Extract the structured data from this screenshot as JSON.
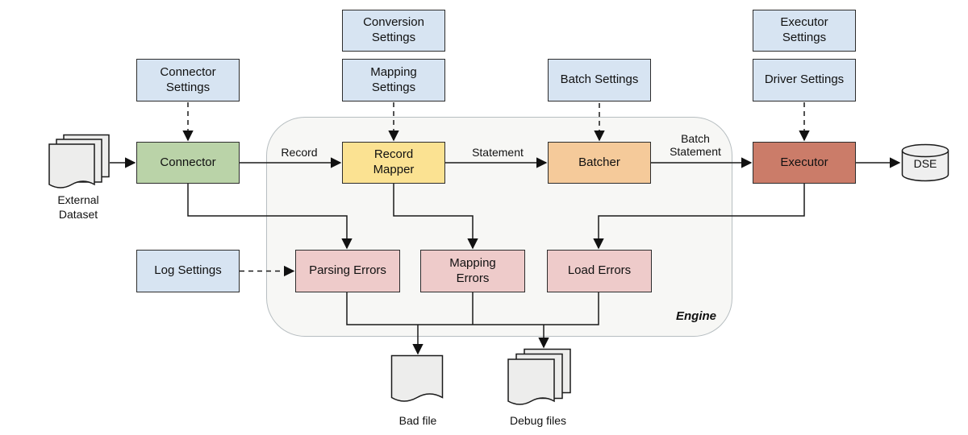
{
  "palette": {
    "settings_fill": "#d7e4f2",
    "connector_fill": "#bad3a8",
    "mapper_fill": "#fbe292",
    "batcher_fill": "#f5ca9a",
    "executor_fill": "#cb7c69",
    "error_fill": "#eecbca",
    "engine_fill": "#f7f7f5",
    "engine_border": "#b7bec1",
    "node_border": "#2d2d2d",
    "line_color": "#1a1a1a",
    "doc_fill": "#ededec"
  },
  "nodes": {
    "connector_settings": {
      "label": "Connector\nSettings"
    },
    "conversion_settings": {
      "label": "Conversion\nSettings"
    },
    "mapping_settings": {
      "label": "Mapping\nSettings"
    },
    "batch_settings": {
      "label": "Batch Settings"
    },
    "executor_settings": {
      "label": "Executor\nSettings"
    },
    "driver_settings": {
      "label": "Driver Settings"
    },
    "log_settings": {
      "label": "Log Settings"
    },
    "connector": {
      "label": "Connector"
    },
    "record_mapper": {
      "label": "Record\nMapper"
    },
    "batcher": {
      "label": "Batcher"
    },
    "executor": {
      "label": "Executor"
    },
    "parsing_errors": {
      "label": "Parsing Errors"
    },
    "mapping_errors": {
      "label": "Mapping\nErrors"
    },
    "load_errors": {
      "label": "Load Errors"
    },
    "dse": {
      "label": "DSE"
    },
    "engine": {
      "label": "Engine"
    },
    "external_dataset": {
      "label": "External\nDataset"
    },
    "bad_file": {
      "label": "Bad file"
    },
    "debug_files": {
      "label": "Debug files"
    }
  },
  "edge_labels": {
    "record": "Record",
    "statement": "Statement",
    "batch_statement": "Batch\nStatement"
  }
}
